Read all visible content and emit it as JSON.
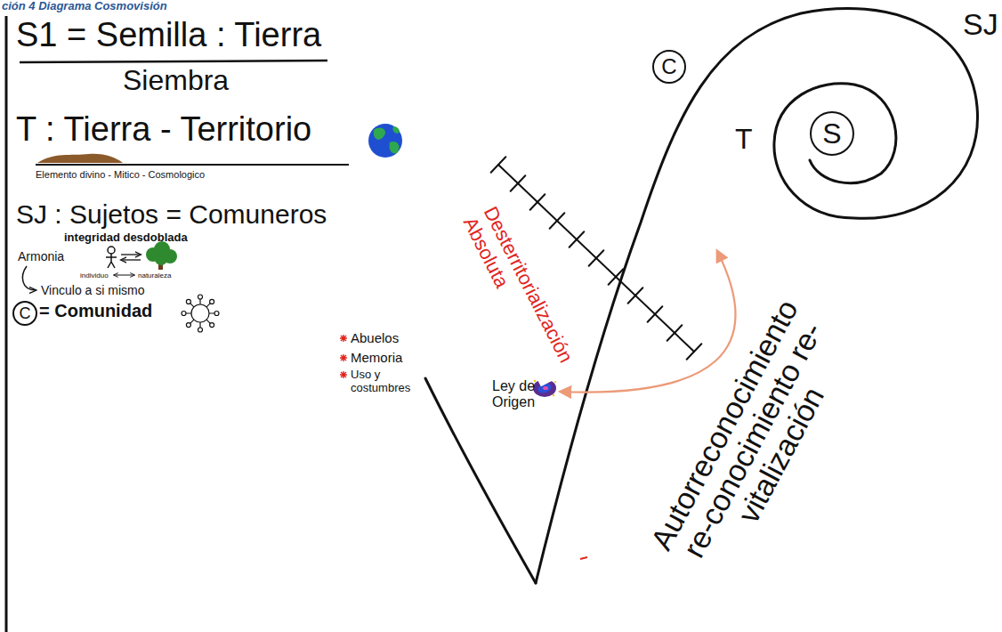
{
  "diagram": {
    "title": "ción 4 Diagrama Cosmovisión",
    "nodes": [
      {
        "text": [
          "C"
        ]
      },
      {
        "text": [
          "S"
        ]
      },
      {
        "text": [
          "C"
        ]
      }
    ],
    "labels": [
      "S1 = Semilla : Tierra",
      "Siembra",
      "T : Tierra - Territorio",
      "Elemento divino - Mitico - Cosmologico",
      "SJ : Sujetos = Comuneros",
      "integridad desdoblada",
      "Armonia",
      "individuo",
      "naturaleza",
      "Vinculo a si mismo",
      "= Comunidad",
      "Abuelos",
      "Memoria",
      "Uso y costumbres",
      "Ley de Origen",
      "Desterritorialización Absoluta",
      "Autorreconocimiento re-conocimiento re-vitalización",
      "T",
      "SJ"
    ]
  }
}
